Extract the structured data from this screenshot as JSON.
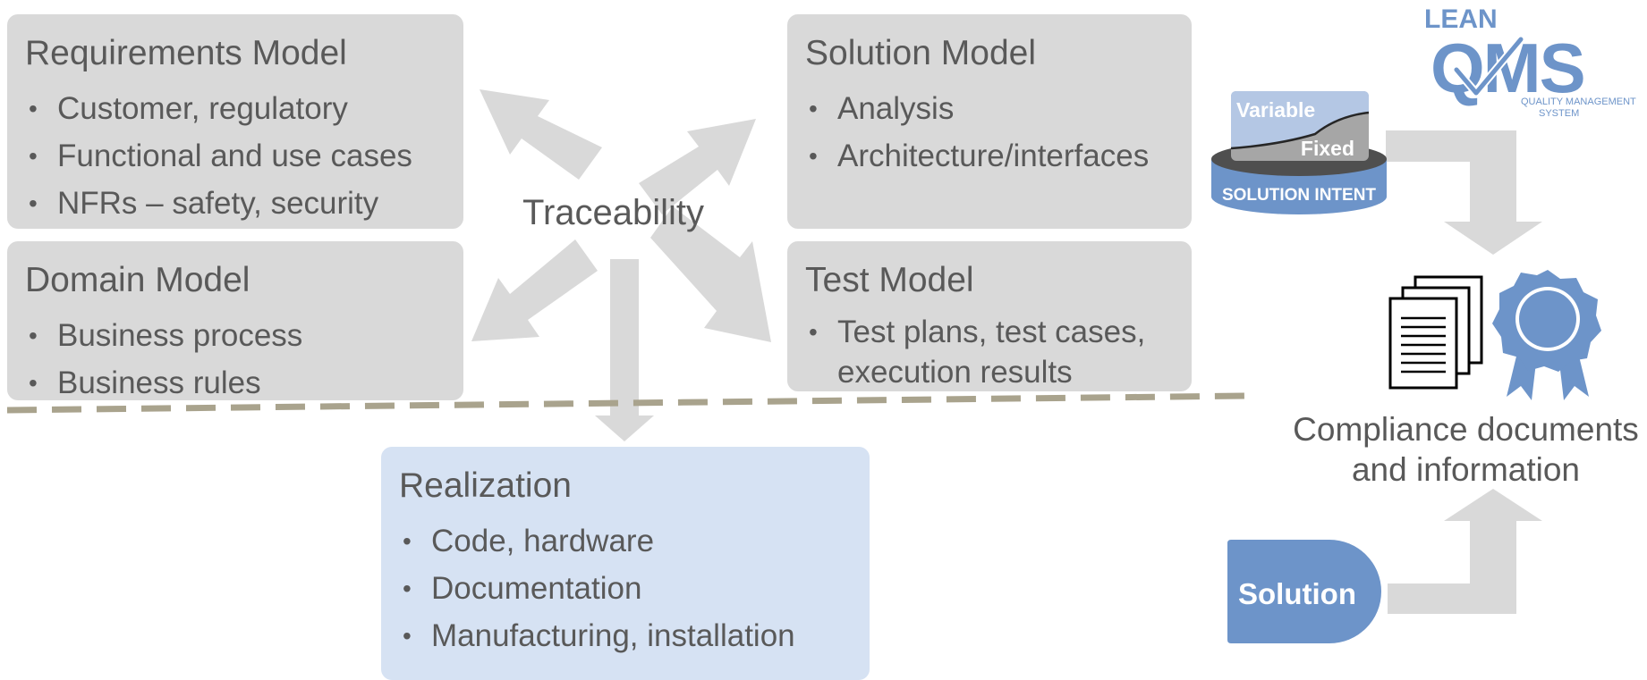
{
  "requirements_model": {
    "title": "Requirements Model",
    "items": [
      "Customer, regulatory",
      "Functional and use cases",
      "NFRs – safety, security"
    ]
  },
  "domain_model": {
    "title": "Domain Model",
    "items": [
      "Business process",
      "Business rules"
    ]
  },
  "solution_model": {
    "title": "Solution Model",
    "items": [
      "Analysis",
      "Architecture/interfaces"
    ]
  },
  "test_model": {
    "title": "Test Model",
    "items": [
      "Test plans, test cases, execution results"
    ]
  },
  "realization": {
    "title": "Realization",
    "items": [
      "Code, hardware",
      "Documentation",
      "Manufacturing, installation"
    ]
  },
  "traceability_label": "Traceability",
  "solution_intent": {
    "variable_label": "Variable",
    "fixed_label": "Fixed",
    "band_label": "SOLUTION INTENT"
  },
  "lean_qms_logo": {
    "top_text": "LEAN",
    "main_text": "QMS",
    "sub_line_1": "QUALITY MANAGEMENT",
    "sub_line_2": "SYSTEM"
  },
  "compliance_caption": {
    "line_1": "Compliance documents",
    "line_2": "and information"
  },
  "solution_label": "Solution",
  "colors": {
    "gray_box": "#d9d9d9",
    "blue_box": "#d6e2f3",
    "brand_blue": "#6d94c9",
    "arrow_gray": "#d9d9d9",
    "divider": "#a9a38d",
    "text": "#595959"
  },
  "icons": {
    "documents": "documents-stack-icon",
    "award": "award-ribbon-icon"
  }
}
